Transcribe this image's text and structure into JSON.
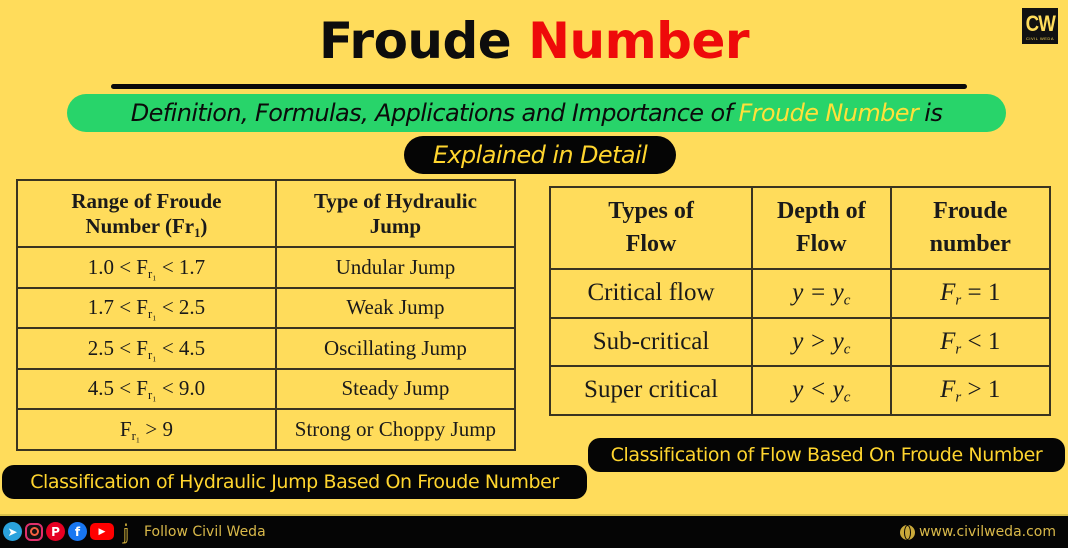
{
  "header": {
    "title_part1": "Froude",
    "title_part2": "Number",
    "title_part2_color": "#EE0A0A",
    "logo_text": "CW",
    "logo_subtext": "CIVIL WEDA",
    "subtitle_before": "Definition, Formulas, Applications and Importance of",
    "subtitle_highlight": "Froude Number",
    "subtitle_after": "is",
    "subtitle_line2": "Explained in Detail",
    "subtitle_bg": "#28D46A",
    "highlight_color": "#FFE13A"
  },
  "jump_table": {
    "headers": [
      "Range of Froude Number (Fr₁)",
      "Type of Hydraulic Jump"
    ],
    "header_col1_line1": "Range of Froude",
    "header_col1_line2": "Number (Fr",
    "header_col1_sub": "1",
    "header_col1_close": ")",
    "header_col2_line1": "Type of Hydraulic",
    "header_col2_line2": "Jump",
    "rows": [
      {
        "range_lo": "1.0 < F",
        "sub": "r₁",
        "range_hi": " < 1.7",
        "type": "Undular Jump"
      },
      {
        "range_lo": "1.7 < F",
        "sub": "r₁",
        "range_hi": " < 2.5",
        "type": "Weak Jump"
      },
      {
        "range_lo": "2.5 < F",
        "sub": "r₁",
        "range_hi": " < 4.5",
        "type": "Oscillating Jump"
      },
      {
        "range_lo": "4.5 < F",
        "sub": "r₁",
        "range_hi": " < 9.0",
        "type": "Steady Jump"
      },
      {
        "range_lo": "F",
        "sub": "r₁",
        "range_hi": " > 9",
        "type": "Strong or Choppy Jump"
      }
    ],
    "caption": "Classification of Hydraulic Jump Based On Froude Number"
  },
  "flow_table": {
    "header_col1_line1": "Types of",
    "header_col1_line2": "Flow",
    "header_col2_line1": "Depth of",
    "header_col2_line2": "Flow",
    "header_col3_line1": "Froude",
    "header_col3_line2": "number",
    "rows": [
      {
        "type": "Critical flow",
        "depth": "y = y",
        "depth_sub": "c",
        "fr": "F",
        "fr_sub": "r",
        "fr_cond": " = 1"
      },
      {
        "type": "Sub-critical",
        "depth": "y > y",
        "depth_sub": "c",
        "fr": "F",
        "fr_sub": "r",
        "fr_cond": " < 1"
      },
      {
        "type": "Super critical",
        "depth": "y < y",
        "depth_sub": "c",
        "fr": "F",
        "fr_sub": "r",
        "fr_cond": " > 1"
      }
    ],
    "caption": "Classification of Flow Based On Froude Number"
  },
  "footer": {
    "social_icons": [
      "telegram-icon",
      "instagram-icon",
      "pinterest-icon",
      "facebook-icon",
      "youtube-icon",
      "x-icon"
    ],
    "follow_text": "Follow Civil Weda",
    "website": "www.civilweda.com"
  },
  "colors": {
    "background": "#FFDC5B",
    "caption_bg": "#050505",
    "caption_text": "#FFD52E"
  }
}
